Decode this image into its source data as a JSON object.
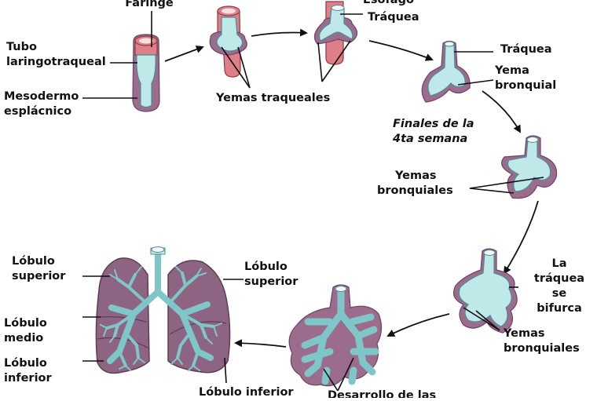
{
  "labels": {
    "faringe": "Faringe",
    "tubo_1": "Tubo",
    "tubo_2": "laringotraqueal",
    "mesodermo_1": "Mesodermo",
    "mesodermo_2": "esplácnico",
    "yemas_traqueales": "Yemas traqueales",
    "esofago": "Esófago",
    "traquea_1": "Tráquea",
    "traquea_2": "Tráquea",
    "yema_1": "Yema",
    "yema_2": "bronquial",
    "finales_1": "Finales de la",
    "finales_2": "4ta semana",
    "yemas_bronq_a1": "Yemas",
    "yemas_bronq_a2": "bronquiales",
    "bifurca_1": "La",
    "bifurca_2": "tráquea",
    "bifurca_3": "se",
    "bifurca_4": "bifurca",
    "yemas_bronq_b1": "Yemas",
    "yemas_bronq_b2": "bronquiales",
    "desarrollo": "Desarrollo de las",
    "lob_inf_bottom": "Lóbulo inferior",
    "lob_sup_right_1": "Lóbulo",
    "lob_sup_right_2": "superior",
    "lob_sup_left_1": "Lóbulo",
    "lob_sup_left_2": "superior",
    "lob_medio_1": "Lóbulo",
    "lob_medio_2": "medio",
    "lob_inf_left_1": "Lóbulo",
    "lob_inf_left_2": "inferior"
  },
  "colors": {
    "esophagus": "#de7f87",
    "endoderm_tube": "#bfe8e8",
    "mesoderm": "#9c6c8c",
    "lung_tissue": "#8d6481"
  }
}
